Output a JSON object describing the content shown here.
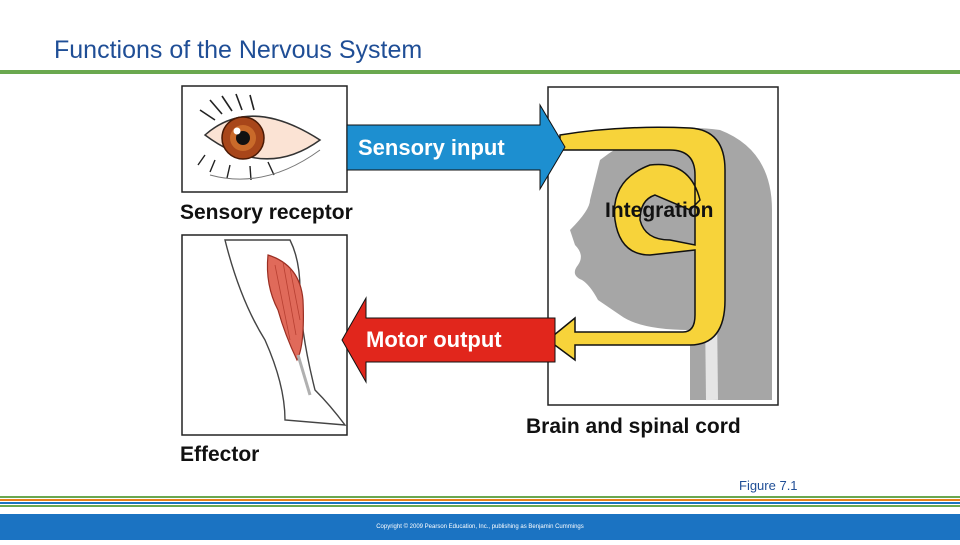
{
  "slide": {
    "title": "Functions of the Nervous System",
    "figure_caption": "Figure 7.1",
    "copyright": "Copyright © 2009 Pearson Education, Inc., publishing as Benjamin Cummings"
  },
  "diagram": {
    "sensory_input": "Sensory input",
    "integration": "Integration",
    "motor_output": "Motor output",
    "sensory_receptor": "Sensory receptor",
    "effector": "Effector",
    "brain_spinal_cord": "Brain and spinal cord"
  },
  "colors": {
    "title": "#1f4e96",
    "title_rule": "#6aa84f",
    "sensory_arrow": "#1d8fd0",
    "motor_arrow": "#e1261c",
    "integration_loop": "#f7d33a",
    "head_silhouette": "#a6a6a6",
    "footer_bar": "#1b73c2",
    "stripes": [
      "#6aa84f",
      "#e8801a",
      "#1b73c2",
      "#6aa84f"
    ]
  }
}
